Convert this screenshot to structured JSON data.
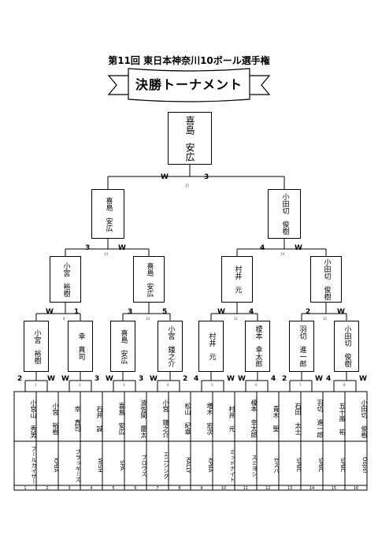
{
  "title": "第11回 東日本神奈川10ボール選手権",
  "banner": "決勝トーナメント",
  "champion": {
    "line1": "喜島",
    "line2": "安広"
  },
  "final": {
    "left": {
      "line1": "喜島",
      "line2": "安広"
    },
    "right": {
      "line1": "小田切",
      "line2": "俊樹"
    },
    "score_left": "W",
    "score_right": "3",
    "match_no": "15"
  },
  "semis": [
    {
      "line1": "小宮",
      "line2": "裕樹"
    },
    {
      "line1": "喜島",
      "line2": "安広"
    },
    {
      "line1": "村井",
      "line2": "元"
    },
    {
      "line1": "小田切",
      "line2": "俊樹"
    }
  ],
  "semi_scores": [
    {
      "left": "3",
      "right": "W",
      "match_no": "13"
    },
    {
      "left": "4",
      "right": "W",
      "match_no": "14"
    }
  ],
  "quarters": [
    {
      "line1": "小宮",
      "line2": "裕樹"
    },
    {
      "line1": "幸",
      "line2": "真司"
    },
    {
      "line1": "喜島",
      "line2": "安広"
    },
    {
      "line1": "小宮",
      "line2": "鐘之介"
    },
    {
      "line1": "村井",
      "line2": "元"
    },
    {
      "line1": "榎本",
      "line2": "幸太郎"
    },
    {
      "line1": "羽切",
      "line2": "進一郎"
    },
    {
      "line1": "小田切",
      "line2": "俊樹"
    }
  ],
  "quarter_scores": [
    {
      "left": "W",
      "right": "1",
      "match_no": "9"
    },
    {
      "left": "3",
      "right": "5",
      "match_no": "10"
    },
    {
      "left": "W",
      "right": "4",
      "match_no": "11"
    },
    {
      "left": "2",
      "right": "W",
      "match_no": "12"
    }
  ],
  "r1_scores": [
    {
      "left": "2",
      "right": "W",
      "match_no": "1"
    },
    {
      "left": "W",
      "right": "3",
      "match_no": "2"
    },
    {
      "left": "W",
      "right": "3",
      "match_no": "3"
    },
    {
      "left": "W",
      "right": "2",
      "match_no": "4"
    },
    {
      "left": "4",
      "right": "W",
      "match_no": "5"
    },
    {
      "left": "W",
      "right": "4",
      "match_no": "6"
    },
    {
      "left": "2",
      "right": "W",
      "match_no": "7"
    },
    {
      "left": "4",
      "right": "W",
      "match_no": "8"
    }
  ],
  "players": [
    {
      "name": "小宮山 秀男",
      "team": "プールカイザー",
      "no": "1"
    },
    {
      "name": "小宮 裕樹",
      "team": "KPBA",
      "no": "2"
    },
    {
      "name": "幸 真司",
      "team": "ブラッキーズ",
      "no": "3"
    },
    {
      "name": "石井 誠",
      "team": "WISH",
      "no": "4"
    },
    {
      "name": "喜島 安広",
      "team": "SPA",
      "no": "5"
    },
    {
      "name": "波佐間 慶太",
      "team": "ブロウズ",
      "no": "6"
    },
    {
      "name": "小宮 鐘之介",
      "team": "エニシング",
      "no": "7"
    },
    {
      "name": "松山 紀章",
      "team": "RALLY",
      "no": "8"
    },
    {
      "name": "増木 宏次",
      "team": "KPBA",
      "no": "9"
    },
    {
      "name": "村井 元",
      "team": "ミッドナイト",
      "no": "10"
    },
    {
      "name": "榎本 幸太郎",
      "team": "スミヨシ",
      "no": "11"
    },
    {
      "name": "青木 聖",
      "team": "セスパ",
      "no": "12"
    },
    {
      "name": "石田 太士",
      "team": "SPBC",
      "no": "13"
    },
    {
      "name": "羽切 進一郎",
      "team": "SPBC",
      "no": "14"
    },
    {
      "name": "五十嵐 祐",
      "team": "SPBC",
      "no": "15"
    },
    {
      "name": "小田切 俊樹",
      "team": "Oops!",
      "no": "16"
    }
  ]
}
